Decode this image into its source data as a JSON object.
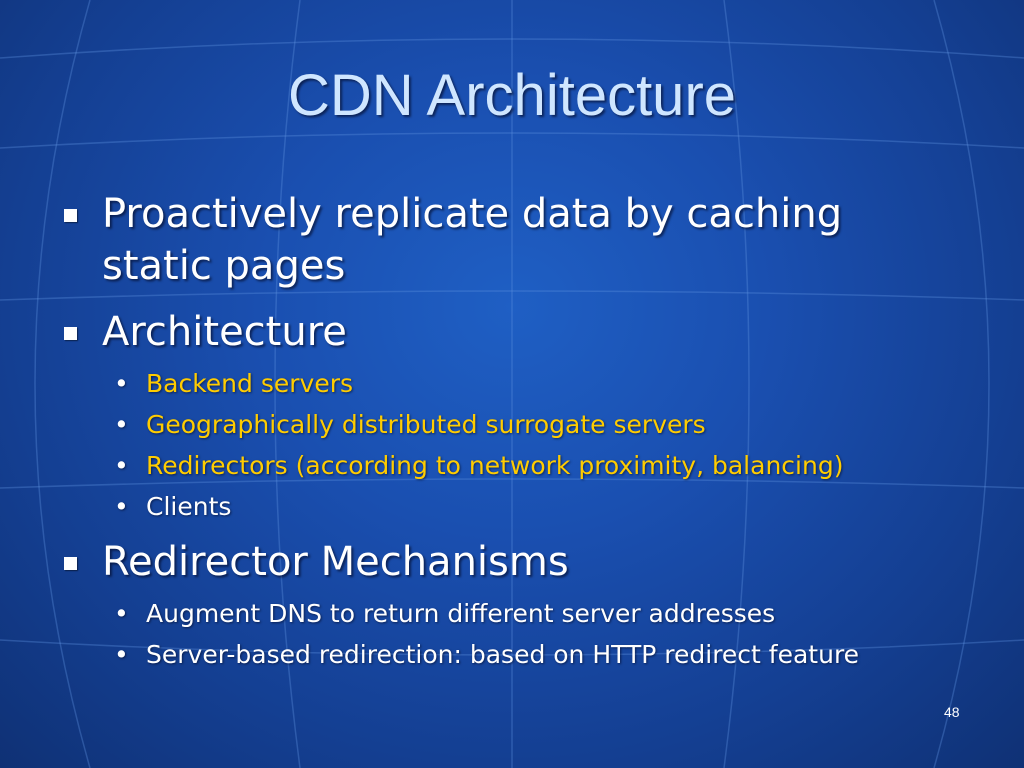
{
  "slide": {
    "title": "CDN Architecture",
    "page_number": "48",
    "bullets": [
      {
        "text": "Proactively replicate data by caching static pages",
        "sub": []
      },
      {
        "text": "Architecture",
        "sub": [
          "Backend servers",
          "Geographically distributed surrogate servers",
          "Redirectors (according to network proximity, balancing)",
          "Clients"
        ]
      },
      {
        "text": "Redirector Mechanisms",
        "sub": [
          "Augment DNS to return different server addresses",
          "Server-based redirection: based on HTTP redirect feature"
        ]
      }
    ],
    "colors": {
      "background": "#1a4fb0",
      "title": "#cfe6ff",
      "text": "#ffffff",
      "highlight": "#ffcc00"
    }
  }
}
